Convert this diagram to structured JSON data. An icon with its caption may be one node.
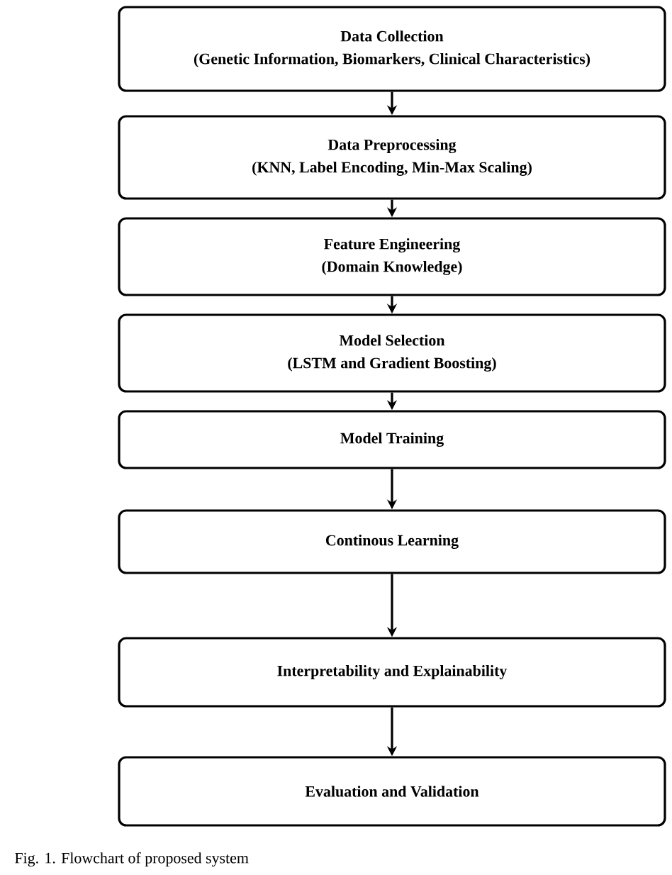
{
  "diagram": {
    "caption": "Fig. 1. Flowchart of proposed system",
    "nodes": [
      {
        "text": [
          "Data Collection",
          "(Genetic Information, Biomarkers, Clinical Characteristics)"
        ]
      },
      {
        "text": [
          "Data Preprocessing",
          "(KNN, Label Encoding, Min-Max Scaling)"
        ]
      },
      {
        "text": [
          "Feature Engineering",
          "(Domain Knowledge)"
        ]
      },
      {
        "text": [
          "Model Selection",
          "(LSTM and Gradient Boosting)"
        ]
      },
      {
        "text": [
          "Model Training"
        ]
      },
      {
        "text": [
          "Continous Learning"
        ]
      },
      {
        "text": [
          "Interpretability and Explainability"
        ]
      },
      {
        "text": [
          "Evaluation and Validation"
        ]
      }
    ],
    "edges": [
      {
        "from": 0,
        "to": 1,
        "arrow": "to"
      },
      {
        "from": 1,
        "to": 2,
        "arrow": "to"
      },
      {
        "from": 2,
        "to": 3,
        "arrow": "to"
      },
      {
        "from": 3,
        "to": 4,
        "arrow": "to"
      },
      {
        "from": 4,
        "to": 5,
        "arrow": "to"
      },
      {
        "from": 5,
        "to": 6,
        "arrow": "to"
      },
      {
        "from": 6,
        "to": 7,
        "arrow": "to"
      }
    ]
  }
}
